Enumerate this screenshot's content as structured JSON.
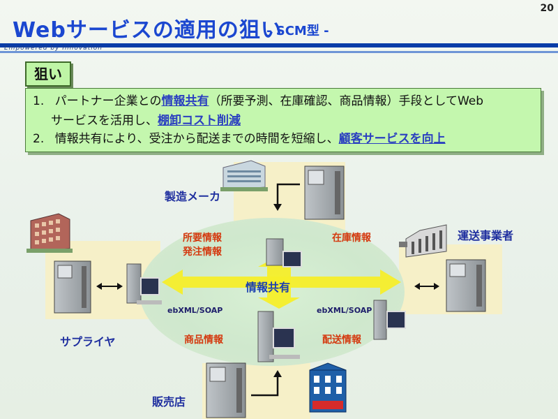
{
  "slide_number": "20",
  "title": "Webサービスの適用の狙い",
  "subtitle": "- SCM型 -",
  "tagline": "Empowered by Innovation",
  "aim": {
    "label": "狙い",
    "item1": {
      "num": "1.",
      "pre": "パートナー企業との",
      "hl1": "情報共有",
      "mid": "（所要予測、在庫確認、商品情報）手段としてWeb",
      "cont_pre": "サービスを活用し、",
      "hl2": "棚卸コスト削減"
    },
    "item2": {
      "num": "2.",
      "pre": "情報共有により、受注から配送までの時間を短縮し、",
      "hl": "顧客サービスを向上"
    }
  },
  "diagram": {
    "center": "情報共有",
    "nodes": {
      "manufacturer": "製造メーカ",
      "transport": "運送事業者",
      "supplier": "サプライヤ",
      "retailer": "販売店"
    },
    "flows": {
      "requirement": "所要情報",
      "order": "発注情報",
      "inventory": "在庫情報",
      "product": "商品情報",
      "delivery": "配送情報"
    },
    "protocol_left": "ebXML/SOAP",
    "protocol_right": "ebXML/SOAP"
  },
  "colors": {
    "title": "#1b47d0",
    "aim_box": "#c4f7ae",
    "flow_text": "#d43a10",
    "node_text": "#1f2f9f",
    "arrow": "#f7f02a"
  }
}
